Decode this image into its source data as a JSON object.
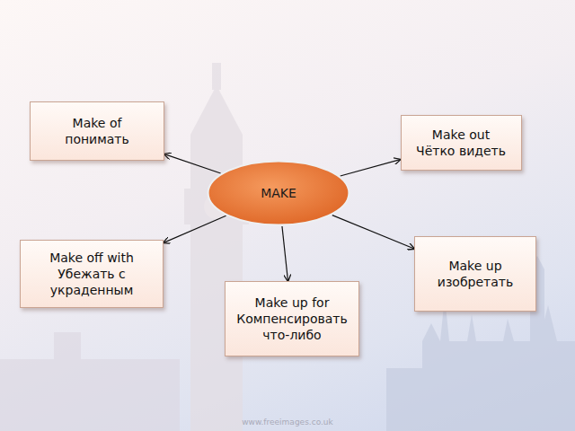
{
  "diagram": {
    "nodes": [
      {
        "text": [
          "Make of",
          "понимать"
        ]
      },
      {
        "text": [
          "Make out",
          "Чётко видеть"
        ]
      },
      {
        "text": [
          "MAKE"
        ]
      },
      {
        "text": [
          "Make off with",
          "Убежать с украденным"
        ]
      },
      {
        "text": [
          "Make up",
          "изобретать"
        ]
      },
      {
        "text": [
          "Make up for",
          "Компенсировать что-либо"
        ]
      }
    ],
    "edges": [
      {
        "from": 2,
        "to": 0,
        "arrow": "to"
      },
      {
        "from": 2,
        "to": 1,
        "arrow": "to"
      },
      {
        "from": 2,
        "to": 3,
        "arrow": "to"
      },
      {
        "from": 2,
        "to": 4,
        "arrow": "to"
      },
      {
        "from": 2,
        "to": 5,
        "arrow": "to"
      }
    ],
    "labels": [
      "www.freeimages.co.uk"
    ]
  }
}
